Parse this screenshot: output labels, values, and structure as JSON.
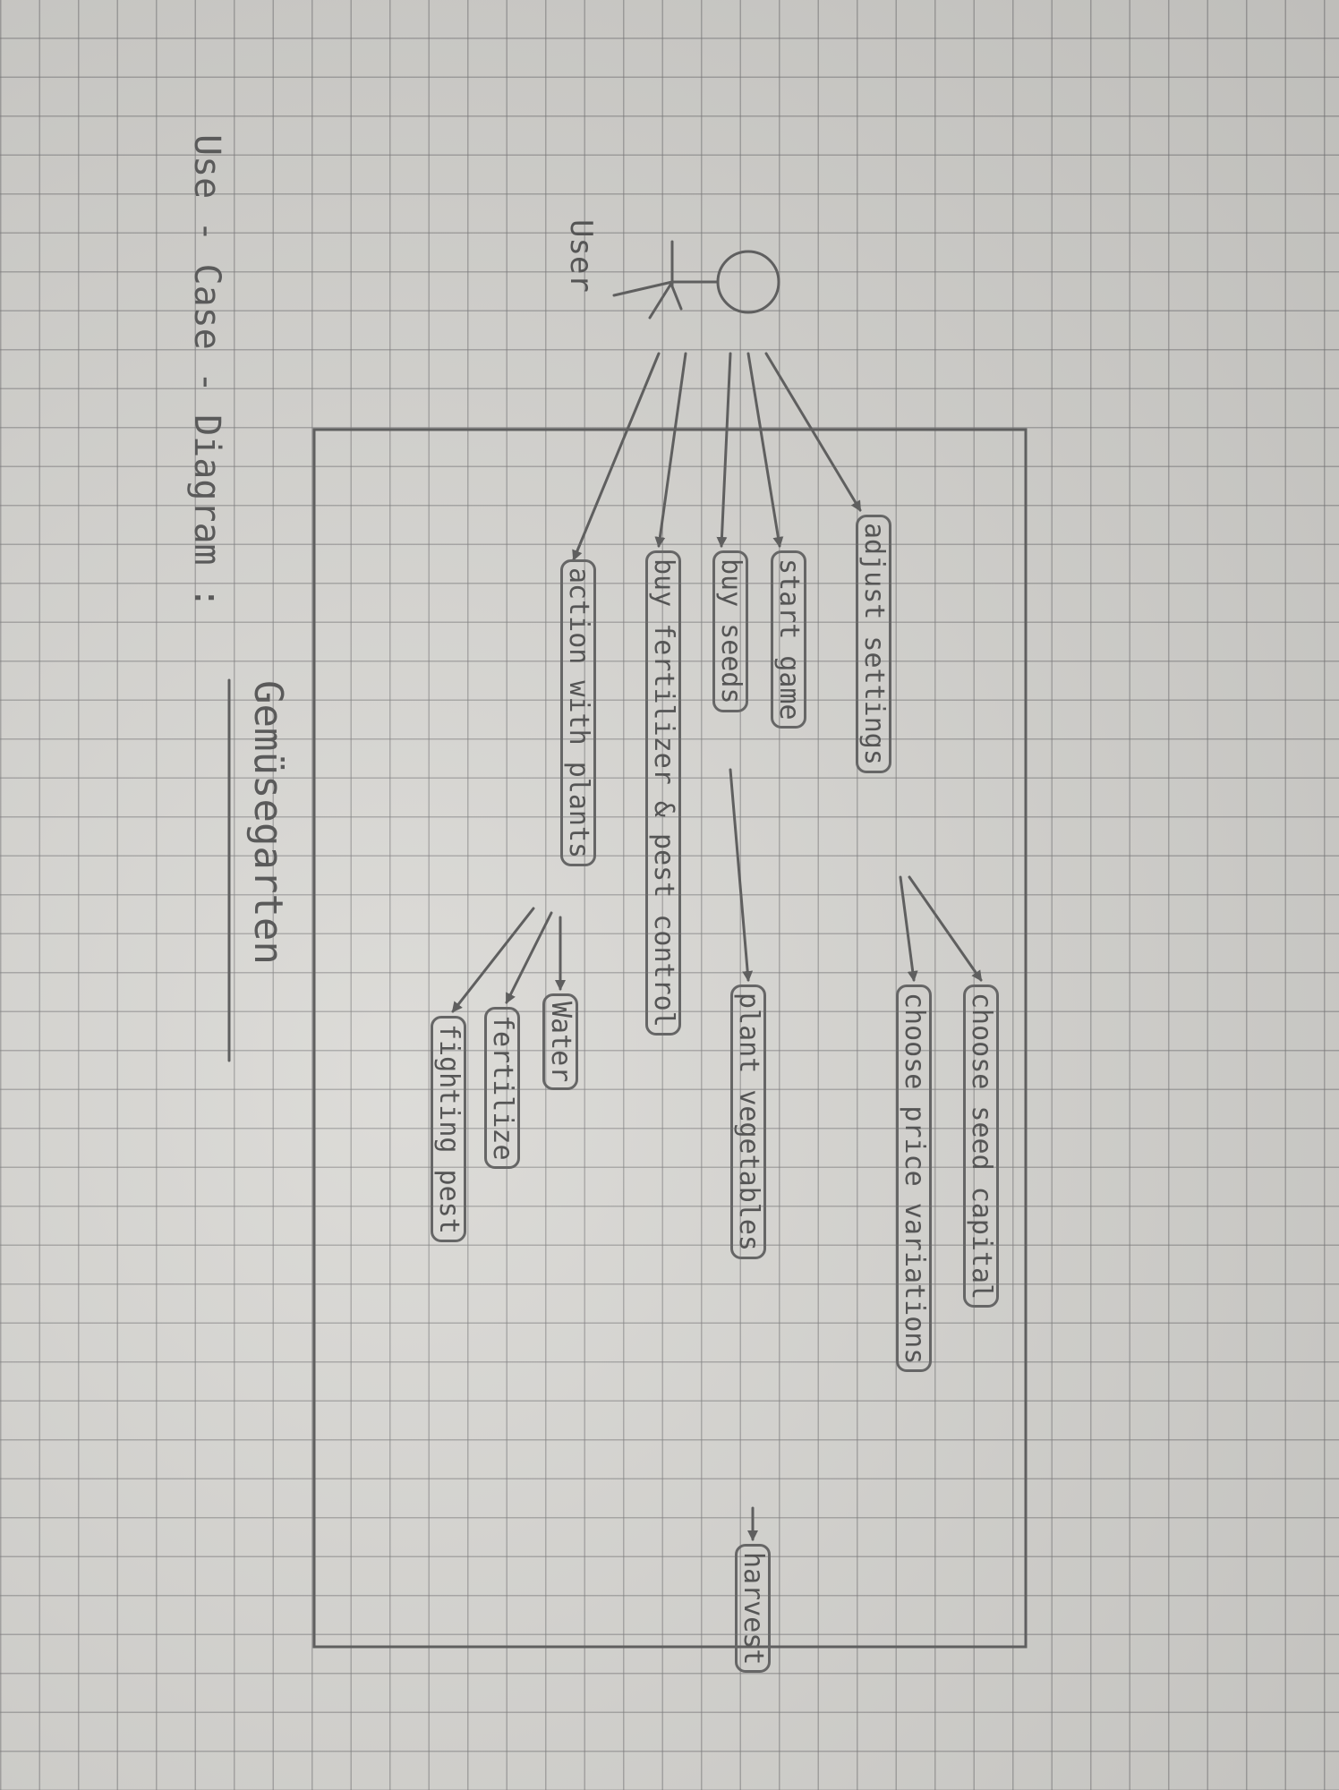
{
  "title": "Gemüsegarten",
  "heading": "Use - Case - Diagram :",
  "actor": {
    "label": "User"
  },
  "use_cases": {
    "adjust_settings": "adjust settings",
    "start_game": "start game",
    "buy_seeds": "buy seeds",
    "buy_fertilizer": "buy fertilizer & pest control",
    "action_with_plants": "action with plants",
    "choose_seed_capital": "choose seed capital",
    "choose_price_variations": "choose price variations",
    "plant_vegetables": "plant vegetables",
    "harvest": "harvest",
    "water": "Water",
    "fertilize": "fertilize",
    "fighting_pest": "fighting pest"
  },
  "colors": {
    "pencil": "#5f5f5f",
    "paper": "#d9d8d4",
    "grid": "#8a8a8a"
  }
}
